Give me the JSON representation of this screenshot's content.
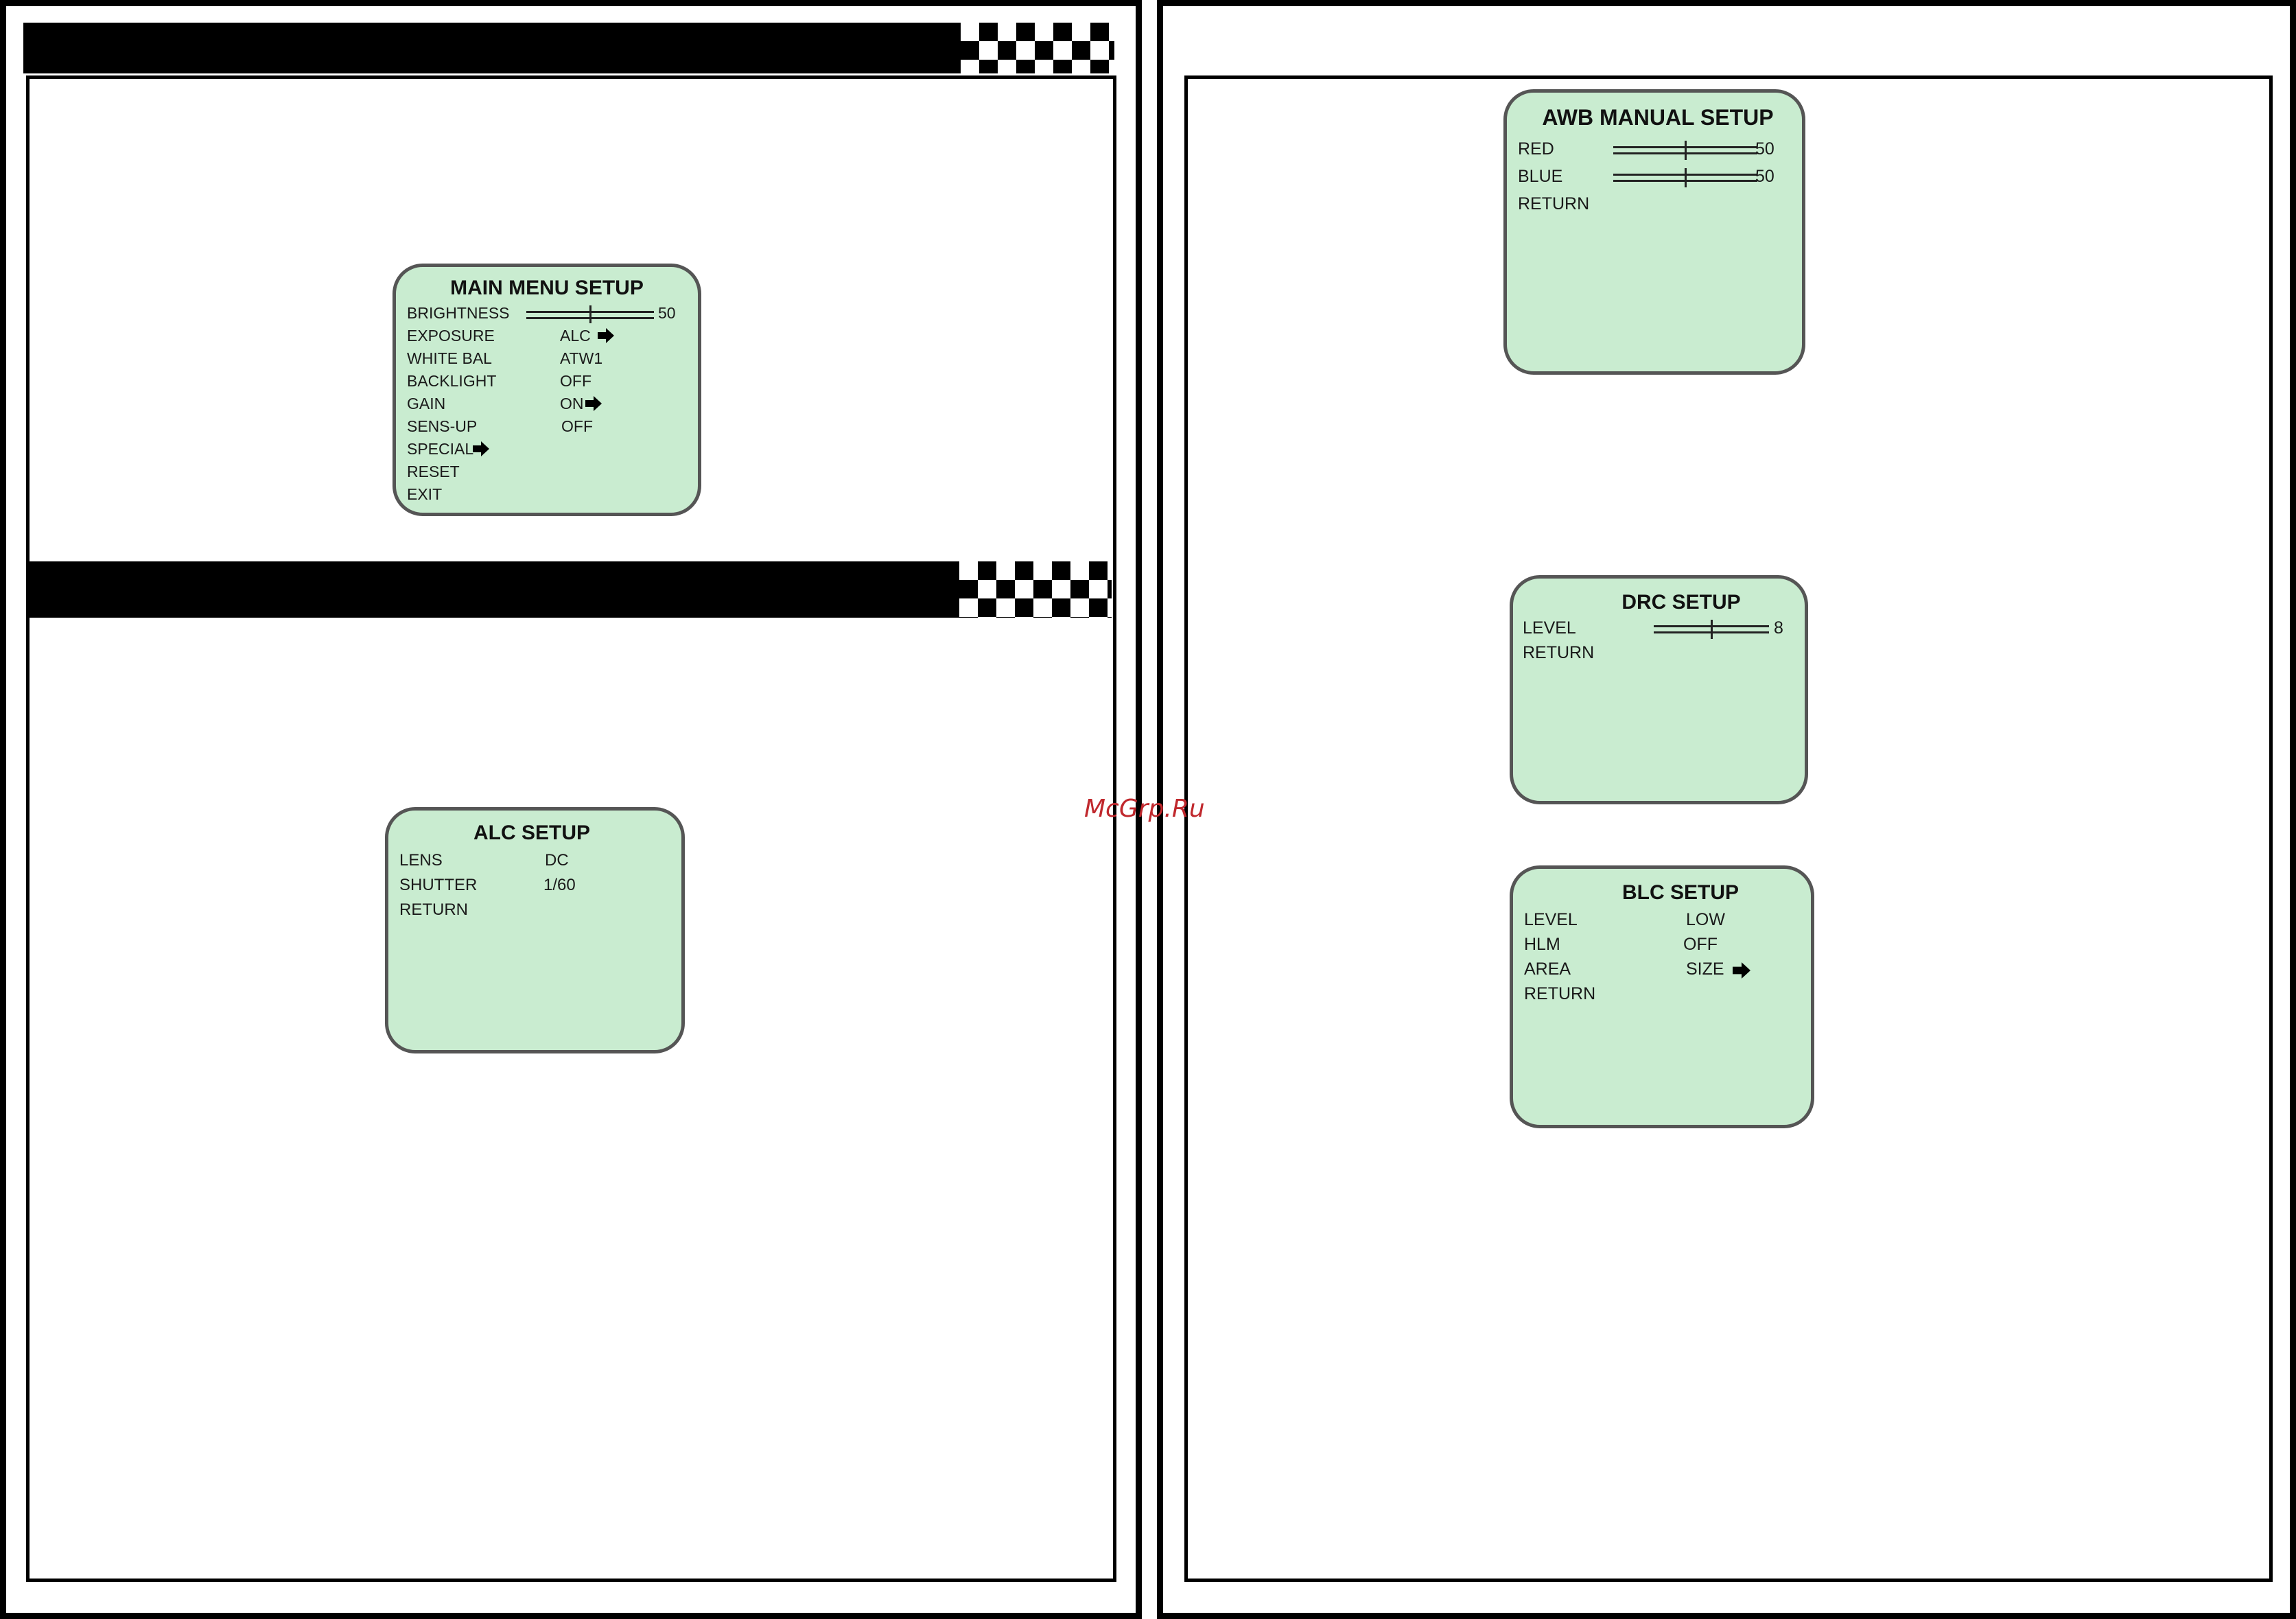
{
  "main_menu": {
    "title": "MAIN MENU SETUP",
    "brightness": {
      "label": "BRIGHTNESS",
      "value": "50",
      "level": 0.5
    },
    "rows": [
      {
        "label": "EXPOSURE",
        "value": "ALC",
        "arrow": true
      },
      {
        "label": "WHITE BAL",
        "value": "ATW1",
        "arrow": false
      },
      {
        "label": "BACKLIGHT",
        "value": "OFF",
        "arrow": false
      },
      {
        "label": "GAIN",
        "value": "ON",
        "arrow": true
      },
      {
        "label": "SENS-UP",
        "value": "OFF",
        "arrow": false
      }
    ],
    "special": {
      "label": "SPECIAL"
    },
    "reset": {
      "label": "RESET"
    },
    "exit": {
      "label": "EXIT"
    }
  },
  "alc_setup": {
    "title": "ALC SETUP",
    "rows": [
      {
        "label": "LENS",
        "value": "DC"
      },
      {
        "label": "SHUTTER",
        "value": "1/60"
      }
    ],
    "return_label": "RETURN"
  },
  "awb_manual": {
    "title": "AWB MANUAL SETUP",
    "red": {
      "label": "RED",
      "value": "50",
      "level": 0.5
    },
    "blue": {
      "label": "BLUE",
      "value": "50",
      "level": 0.5
    },
    "return_label": "RETURN"
  },
  "drc_setup": {
    "title": "DRC SETUP",
    "level": {
      "label": "LEVEL",
      "value": "8",
      "level": 0.5
    },
    "return_label": "RETURN"
  },
  "blc_setup": {
    "title": "BLC SETUP",
    "rows": [
      {
        "label": "LEVEL",
        "value": "LOW",
        "arrow": false
      },
      {
        "label": "HLM",
        "value": "OFF",
        "arrow": false
      },
      {
        "label": "AREA",
        "value": "SIZE",
        "arrow": true
      }
    ],
    "return_label": "RETURN"
  },
  "watermark": "McGrp.Ru",
  "colors": {
    "osd_background": "#c9ecd0",
    "osd_border": "#555555",
    "watermark": "#c0282d"
  }
}
